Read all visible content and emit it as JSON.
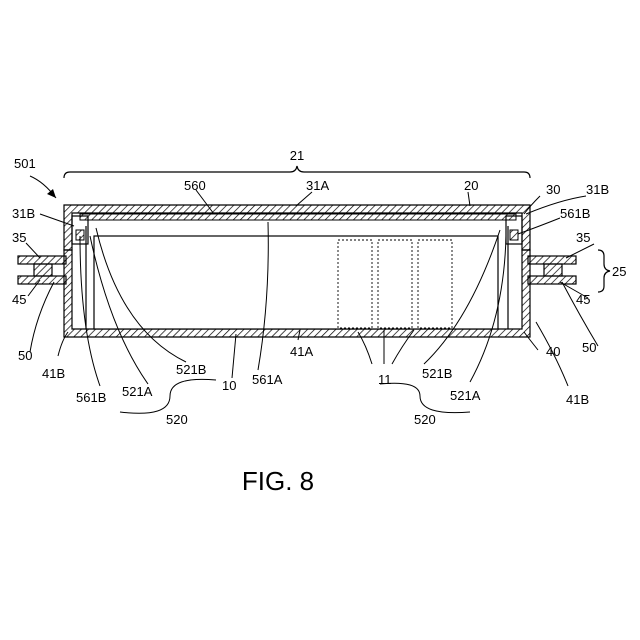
{
  "figure": {
    "caption": "FIG. 8",
    "colors": {
      "line": "#000000",
      "background": "#ffffff"
    },
    "labels": {
      "l21": "21",
      "l501": "501",
      "l560": "560",
      "l31A": "31A",
      "l20": "20",
      "l30": "30",
      "l31B_left": "31B",
      "l31B_right": "31B",
      "l561B_right": "561B",
      "l35_left": "35",
      "l35_right": "35",
      "l25": "25",
      "l45_left": "45",
      "l45_right": "45",
      "l50_left": "50",
      "l50_right": "50",
      "l41B_left": "41B",
      "l41B_right": "41B",
      "l41A": "41A",
      "l40": "40",
      "l521B_left": "521B",
      "l561B_left": "561B",
      "l521A_left": "521A",
      "l10": "10",
      "l561A": "561A",
      "l11": "11",
      "l521B_right": "521B",
      "l521A_right": "521A",
      "l520_left": "520",
      "l520_right": "520"
    }
  }
}
